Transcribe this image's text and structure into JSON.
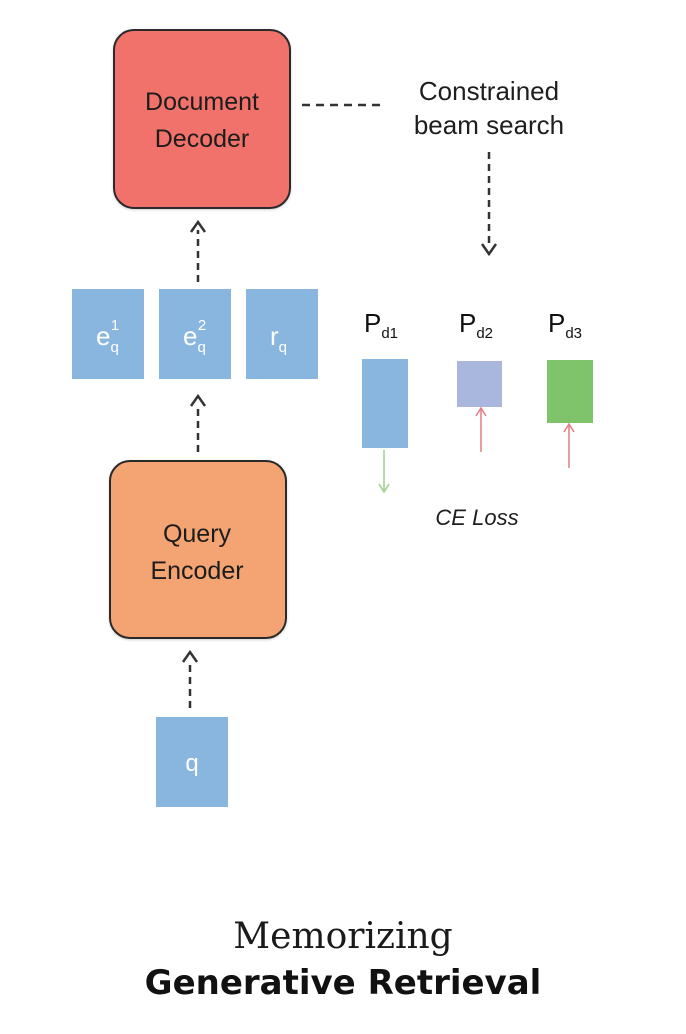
{
  "nodes": {
    "document_decoder": {
      "line1": "Document",
      "line2": "Decoder",
      "color": "#f0726b"
    },
    "query_encoder": {
      "line1": "Query",
      "line2": "Encoder",
      "color": "#f3a472"
    },
    "constrained_beam_search": {
      "line1": "Constrained",
      "line2": "beam search"
    }
  },
  "tokens": {
    "color": "#88b6df",
    "items": [
      {
        "base": "e",
        "sub": "q",
        "sup": "1"
      },
      {
        "base": "e",
        "sub": "q",
        "sup": "2"
      },
      {
        "base": "r",
        "sub": "q",
        "sup": ""
      }
    ],
    "query": {
      "base": "q"
    }
  },
  "distribution": {
    "items": [
      {
        "base": "P",
        "sub": "d1",
        "color": "#88b6df",
        "arrow": "down",
        "arrow_color": "#9ccf8a"
      },
      {
        "base": "P",
        "sub": "d2",
        "color": "#a9b7df",
        "arrow": "up",
        "arrow_color": "#e27a82"
      },
      {
        "base": "P",
        "sub": "d3",
        "color": "#7fc46b",
        "arrow": "up",
        "arrow_color": "#e27a82"
      }
    ],
    "loss_label": "CE Loss"
  },
  "caption": {
    "line1": "Memorizing",
    "line2": "Generative Retrieval"
  },
  "icons": {
    "flow_arrow": "dashed-up-arrow-icon",
    "search_arrow": "dashed-down-arrow-icon"
  }
}
